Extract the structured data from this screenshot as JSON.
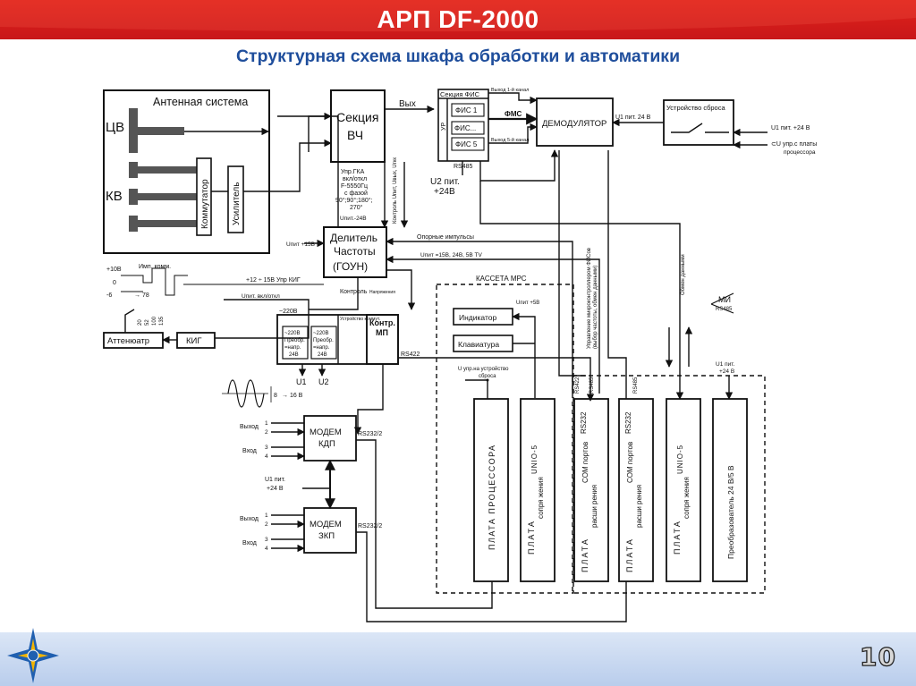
{
  "header": {
    "title": "АРП DF-2000",
    "color": "#e2231a"
  },
  "subtitle": "Структурная схема шкафа обработки и автоматики",
  "footer": {
    "page_number": "10"
  },
  "diagram": {
    "antenna": {
      "title": "Антенная система",
      "cv": "ЦВ",
      "kv": "КВ",
      "commutator": "Коммутатор",
      "amplifier": "Усилитель"
    },
    "rf": {
      "line1": "Секция",
      "line2": "ВЧ",
      "output": "Вых",
      "ctrl1": "Упр.ГКА",
      "ctrl2": "вкл/откл",
      "ctrl3": "F-5550Гц",
      "ctrl4": "с фазой",
      "ctrl5": "90°;90°;180°;",
      "ctrl6": "270°",
      "pit": "Uпит.-24В",
      "control_side": "Контроль Uпит, Uвых, Uгкк"
    },
    "fis": {
      "header": "Секция ФИС",
      "ur": "УР",
      "f1": "ФИС 1",
      "fdots": "ФИС...",
      "f5": "ФИС 5",
      "out1": "Выход 1-й канал",
      "out5": "Выход 5-й канал",
      "rs": "RS485",
      "u2": "U2 пит.",
      "u2v": "+24В"
    },
    "fms": "ФМС",
    "demod": {
      "label": "ДЕМОДУЛЯТОР",
      "pit": "U1 пит. 24 В"
    },
    "reset": {
      "label": "Устройство сброса",
      "u1": "U1 пит. +24 В",
      "u2": "⊂U упр.с платы",
      "u3": "процессора"
    },
    "divider": {
      "l1": "Делитель",
      "l2": "Частоты",
      "l3": "(ГОУН)",
      "upit": "Uпит +15В",
      "pulses": "Опорные импульсы",
      "control": "Uпит =15В, 24В, 5В ТV",
      "kontrol": "Контроль",
      "kontrol2": "Напряжения"
    },
    "timing": {
      "p10": "+10В",
      "imp": "Имп. комм.",
      "zero": "0",
      "m6": "-6",
      "d78": "→ 78",
      "d1": "20",
      "d2": "52",
      "d3": "100",
      "d4": "135",
      "kig_line": "+12 ÷ 15В Упр КИГ",
      "pit_onoff": "Uпит. вкл/откл"
    },
    "atten": "Аттенюатр",
    "kig": "КИГ",
    "power": {
      "v220": "~220В",
      "b1l1": "~220В",
      "b1l2": "Преобр.",
      "b1l3": "=напр.",
      "b1l4": "24В",
      "b2l1": "~220В",
      "b2l2": "Преобр.",
      "b2l3": "=напр.",
      "b2l4": "24В",
      "dev": "Устройство коммут.",
      "u1": "U1",
      "u2": "U2"
    },
    "mp": {
      "l1": "Контр.",
      "l2": "МП",
      "rs": "RS422"
    },
    "gauge": {
      "n8": "8",
      "v16": "→ 16 В"
    },
    "modems": {
      "kdp1": "МОДЕМ",
      "kdp2": "КДП",
      "zkp1": "МОДЕМ",
      "zkp2": "ЗКП",
      "rs1": "RS232/2",
      "rs2": "RS232/2",
      "out1": "Выход",
      "in1": "Вход",
      "out2": "Выход",
      "in2": "Вход",
      "n1": "1",
      "n2": "2",
      "n3": "3",
      "n4": "4",
      "n1b": "1",
      "n2b": "2",
      "n3b": "3",
      "n4b": "4",
      "u1": "U1 пит.",
      "u1v": "+24 В"
    },
    "cassette": {
      "title": "КАССЕТА МРС",
      "indicator": "Индикатор",
      "keyboard": "Клавиатура",
      "upit": "Uпит +5В",
      "reset_out": "U упр.на устройство",
      "reset_out2": "сброса",
      "mgmt": "Управление микроконтроллером ФИСов",
      "mgmt2": "(выбор частоты, обмен данными)",
      "data": "Обмен данными",
      "mi": "МИ",
      "rs485": "RS485",
      "u1": "U1 пит.",
      "u1v": "+24 В",
      "rs422": "RS422",
      "rs485b": "RS485",
      "rs485c": "RS485",
      "boards": [
        {
          "l1": "ПЛАТА ПРОЦЕССОРА",
          "l2": "",
          "l3": ""
        },
        {
          "l1": "ПЛАТА",
          "l2": "сопря жения",
          "l3": "UNIO-5"
        },
        {
          "l1": "ПЛАТА",
          "l2": "расши рения",
          "l3": "COM портов",
          "l4": "RS232"
        },
        {
          "l1": "ПЛАТА",
          "l2": "расши рения",
          "l3": "COM портов",
          "l4": "RS232"
        },
        {
          "l1": "ПЛАТА",
          "l2": "сопря жения",
          "l3": "UNIO-5"
        },
        {
          "l1": "Преобразователь 24 В/5 В",
          "l2": "",
          "l3": ""
        }
      ]
    }
  }
}
